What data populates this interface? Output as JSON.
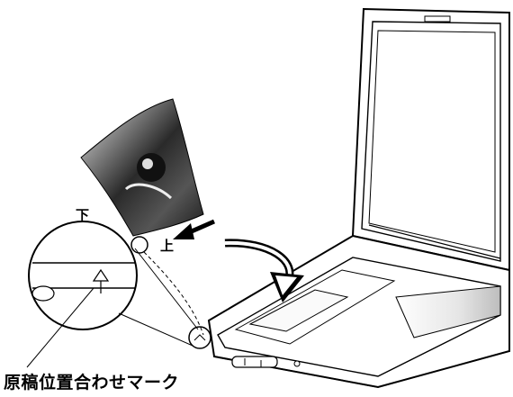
{
  "labels": {
    "bottom": "下",
    "top": "上",
    "alignment_mark": "原稿位置合わせマーク"
  },
  "colors": {
    "line": "#000000",
    "photo_dark": "#2a2a2a",
    "glass": "#d8d8d8"
  }
}
